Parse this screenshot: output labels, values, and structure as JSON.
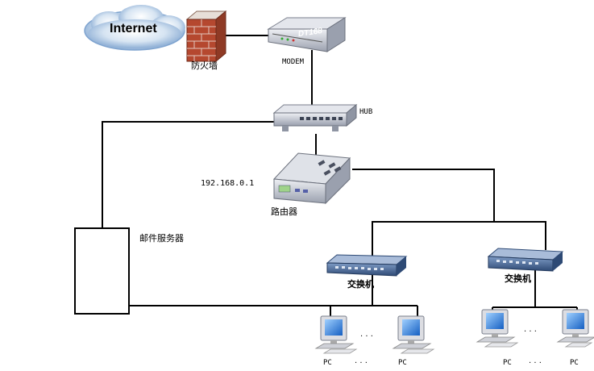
{
  "nodes": {
    "internet": "Internet",
    "firewall": "防火墙",
    "modem": "MODEM",
    "modem_brand": "DT168",
    "hub": "HUB",
    "router": "路由器",
    "router_ip": "192.168.0.1",
    "mail_server": "邮件服务器",
    "switch_left": "交换机",
    "switch_right": "交换机"
  },
  "pcs": {
    "left_a": "PC",
    "left_b": "PC",
    "right_a": "PC",
    "right_b": "PC",
    "ellipsis_top_left": "· · ·",
    "ellipsis_bottom_left": "· · ·",
    "ellipsis_top_right": "· · ·",
    "ellipsis_bottom_right": "· · ·"
  },
  "colors": {
    "line": "#000000",
    "cloud": "#7ea3cf",
    "brick": "#b5482f",
    "device_metal": "#c9ccd6",
    "switch_blue": "#3d5f8e",
    "monitor": "#dcdde2",
    "screen": "#1b6fd0"
  }
}
